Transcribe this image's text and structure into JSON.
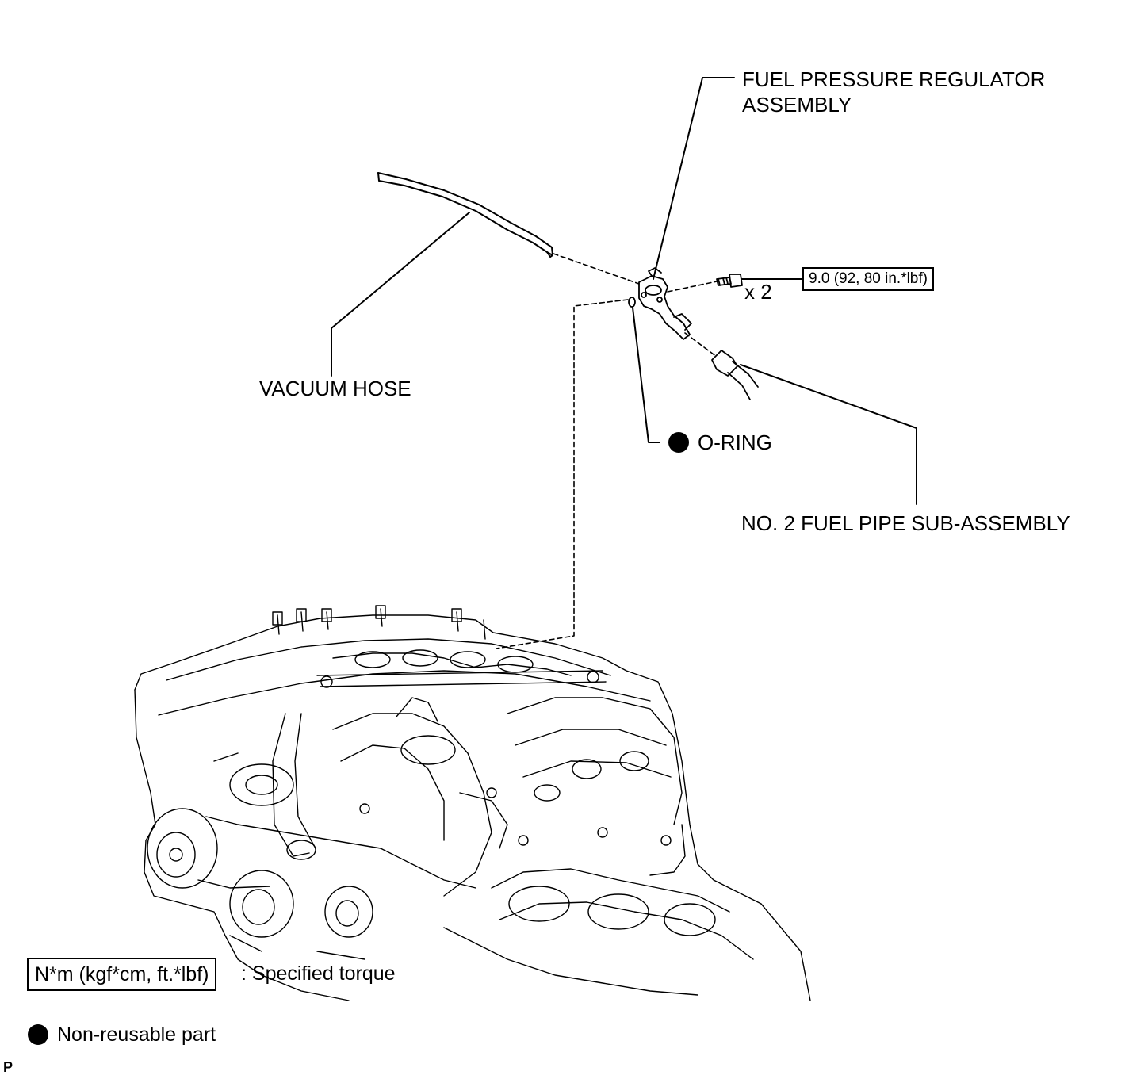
{
  "callouts": {
    "regulator_line1": "FUEL PRESSURE REGULATOR",
    "regulator_line2": "ASSEMBLY",
    "vacuum_hose": "VACUUM HOSE",
    "o_ring": "O-RING",
    "fuel_pipe": "NO. 2 FUEL PIPE SUB-ASSEMBLY",
    "bolt_qty": "x 2",
    "torque_spec": "9.0 (92, 80 in.*lbf)"
  },
  "legend": {
    "torque_box": "N*m (kgf*cm, ft.*lbf)",
    "torque_desc": ": Specified torque",
    "non_reusable": "Non-reusable part"
  },
  "corner_mark": "P",
  "icons": {
    "non_reusable_marker": "filled-circle-icon"
  }
}
